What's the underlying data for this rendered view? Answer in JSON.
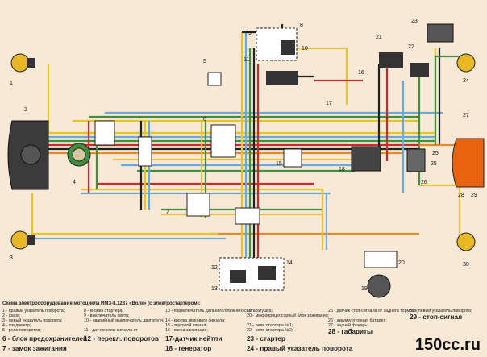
{
  "diagram": {
    "labels": [
      "1",
      "2",
      "3",
      "4",
      "5",
      "6",
      "7",
      "8",
      "9",
      "10",
      "11",
      "12",
      "13",
      "14",
      "15",
      "16",
      "17",
      "18",
      "19",
      "20",
      "21",
      "22",
      "23",
      "24",
      "25",
      "26",
      "27",
      "28",
      "29",
      "30",
      "25"
    ]
  },
  "legend": {
    "title": "Схема электрооборудования мотоцикла ИМЗ-8.1237 «Волк» (с электростартером):",
    "items": [
      "1 - правый указатель поворота;",
      "2 - фара;",
      "3 - левый указатель поворота;",
      "4 - спидометр;",
      "5 - реле поворотов;",
      "6 - блок предохранителей",
      "7 - замок зажигания",
      "8 - кнопка стартера;",
      "9 - выключатель света;",
      "10 - аварийный выключатель двигателя;",
      "11 - датчик стоп-сигнала от",
      "12 - перекл. поворотов",
      "18 - генератор",
      "13 - переключатель дальнего/ближнего света;",
      "14 - кнопка звукового сигнала;",
      "15 - звуковой сигнал;",
      "16 - свеча зажигания;",
      "17-датчик нейтли",
      "19 - катушка;",
      "20 - микропроцессорный блок зажигания;",
      "21 - реле стартера №1;",
      "22 - реле стартера №2;",
      "23 - стартер",
      "24 - правый указатель поворота",
      "25 - датчик стоп-сигнала от заднего тормоза;",
      "26 - аккумуляторная батарея;",
      "27 - задний фонарь;",
      "28 - габариты",
      "30 - левый указатель поворота;",
      "29 - стоп-сигнал"
    ]
  },
  "watermark": "150cc.ru"
}
